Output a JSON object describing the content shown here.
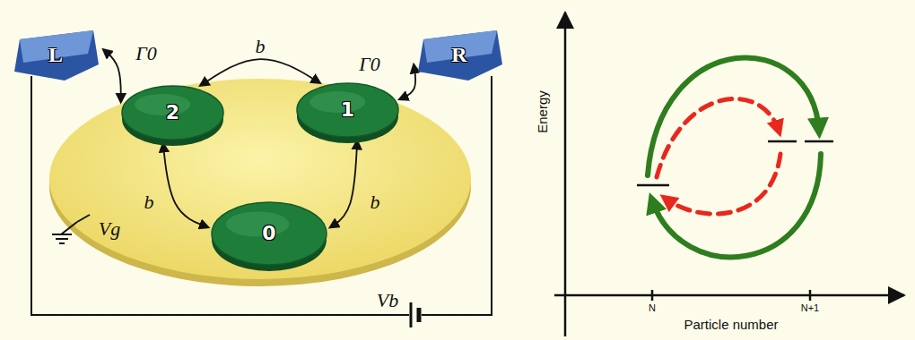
{
  "diagram": {
    "nodes": [
      {
        "text": [
          "L"
        ]
      },
      {
        "text": [
          "2"
        ]
      },
      {
        "text": [
          "1"
        ]
      },
      {
        "text": [
          "R"
        ]
      },
      {
        "text": [
          "0"
        ]
      }
    ],
    "edges": [
      {
        "from": 0,
        "to": 1,
        "label": "Γ0",
        "arrow": "both"
      },
      {
        "from": 1,
        "to": 2,
        "label": "b",
        "arrow": "both"
      },
      {
        "from": 2,
        "to": 3,
        "label": "Γ0",
        "arrow": "both"
      },
      {
        "from": 1,
        "to": 4,
        "label": "b",
        "arrow": "both"
      },
      {
        "from": 2,
        "to": 4,
        "label": "b",
        "arrow": "both"
      }
    ],
    "labels": [
      "Vg",
      "Vb",
      "Energy",
      "Particle number",
      "N",
      "N+1"
    ]
  }
}
